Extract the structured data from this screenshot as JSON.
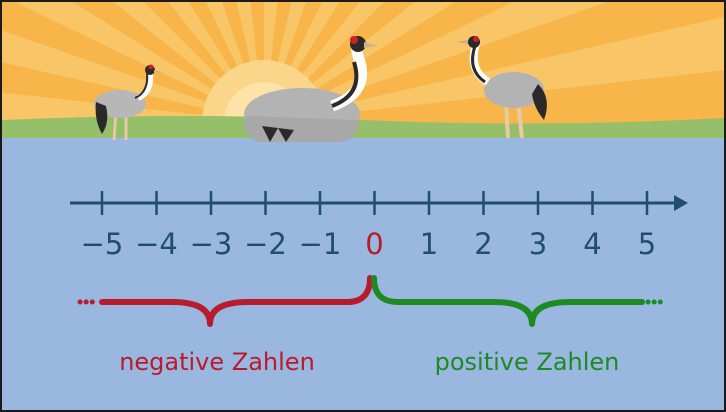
{
  "number_line": {
    "ticks": [
      -5,
      -4,
      -3,
      -2,
      -1,
      0,
      1,
      2,
      3,
      4,
      5
    ],
    "tick_labels": [
      "−5",
      "−4",
      "−3",
      "−2",
      "−1",
      "0",
      "1",
      "2",
      "3",
      "4",
      "5"
    ]
  },
  "groups": {
    "negative": {
      "label": "negative Zahlen",
      "color": "#b81c2c"
    },
    "positive": {
      "label": "positive Zahlen",
      "color": "#1e8a24"
    }
  },
  "colors": {
    "sky": "#f7b54a",
    "sun": "#fde3a7",
    "grass": "#96bf6a",
    "water": "#9ab7df",
    "axis": "#1f4e6e"
  },
  "scene": {
    "birds": [
      "crane-icon",
      "crane-icon",
      "crane-icon"
    ]
  }
}
